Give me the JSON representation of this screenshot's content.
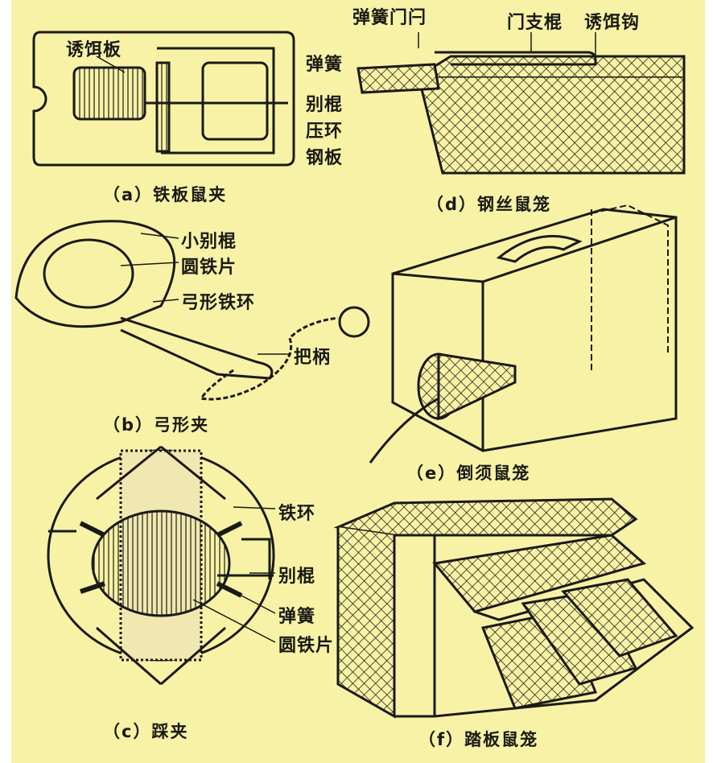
{
  "figures": {
    "a": {
      "caption_tag": "（a）",
      "caption": "铁板鼠夹",
      "labels": [
        "诱饵板",
        "弹簧",
        "别棍",
        "压环",
        "钢板"
      ]
    },
    "b": {
      "caption_tag": "（b）",
      "caption": "弓形夹",
      "labels": [
        "小别棍",
        "圆铁片",
        "弓形铁环",
        "把柄"
      ]
    },
    "c": {
      "caption_tag": "（c）",
      "caption": "踩夹",
      "labels": [
        "铁环",
        "别棍",
        "弹簧",
        "圆铁片"
      ]
    },
    "d": {
      "caption_tag": "（d）",
      "caption": "钢丝鼠笼",
      "labels": [
        "弹簧门闩",
        "门支棍",
        "诱饵钩"
      ]
    },
    "e": {
      "caption_tag": "（e）",
      "caption": "倒须鼠笼"
    },
    "f": {
      "caption_tag": "（f）",
      "caption": "踏板鼠笼"
    }
  },
  "colors": {
    "paper": "#f7f2a6",
    "ink": "#1a1a14"
  }
}
